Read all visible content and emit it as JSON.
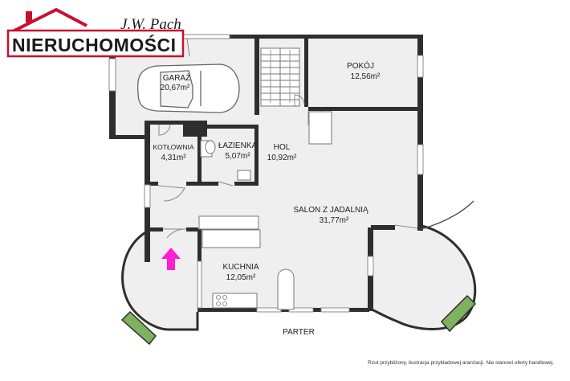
{
  "logo": {
    "name": "J.W. Pach",
    "brand": "NIERUCHOMOŚCI",
    "brand_color": "#c8102e"
  },
  "rooms": [
    {
      "id": "garaz",
      "name": "GARAŻ",
      "area": "20,67m²"
    },
    {
      "id": "pokoj",
      "name": "POKÓJ",
      "area": "12,56m²"
    },
    {
      "id": "kotlownia",
      "name": "KOTŁOWNIA",
      "area": "4,31m²"
    },
    {
      "id": "lazienka",
      "name": "ŁAZIENKA",
      "area": "5,07m²"
    },
    {
      "id": "hol",
      "name": "HOL",
      "area": "10,92m²"
    },
    {
      "id": "salon",
      "name": "SALON Z JADALNIĄ",
      "area": "31,77m²"
    },
    {
      "id": "kuchnia",
      "name": "KUCHNIA",
      "area": "12,05m²"
    }
  ],
  "floor_name": "PARTER",
  "disclaimer": "Rzut przybliżony, ilustracja przykładowej aranżacji. Nie stanowi oferty handlowej.",
  "colors": {
    "wall": "#2e2e2e",
    "floor": "#efefef",
    "entrance_arrow": "#ff1fcf",
    "planter": "#7fb25e"
  },
  "icons": [
    "house-roof-icon",
    "car-icon",
    "stairs-icon",
    "entrance-arrow-icon",
    "toilet-icon",
    "sink-icon",
    "stove-icon"
  ]
}
